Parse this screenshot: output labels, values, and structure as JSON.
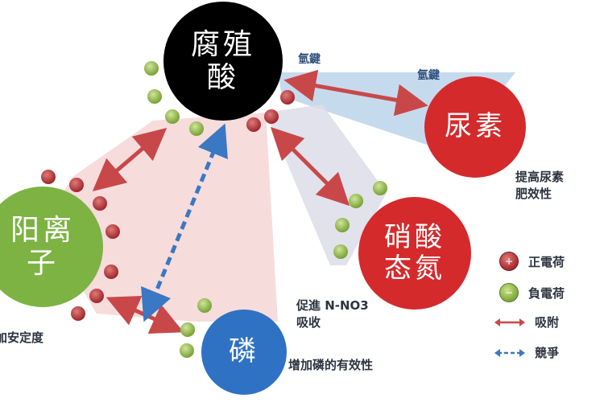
{
  "diagram": {
    "colors": {
      "humic_node": "#000000",
      "urea_node": "#d42a2c",
      "nitrate_node": "#d42a2c",
      "cation_node": "#7cb342",
      "phosphorus_node": "#2f72c4",
      "adsorption_arrow": "#c8484a",
      "competition_arrow": "#3a78c4",
      "cation_region": "#f6d6d6",
      "urea_region": "#bcd3ea",
      "nitrate_region": "#dcdde8"
    },
    "nodes": {
      "humic_acid": {
        "line1": "腐殖",
        "line2": "酸"
      },
      "urea": {
        "line1": "尿素"
      },
      "nitrate_nitrogen": {
        "line1": "硝酸",
        "line2": "态氮"
      },
      "cation": {
        "line1": "阳离",
        "line2": "子"
      },
      "phosphorus": {
        "line1": "磷"
      }
    },
    "edge_labels": {
      "hbond_1": "氫鍵",
      "hbond_2": "氫鍵"
    },
    "annotations": {
      "urea_effect_line1": "提高尿素",
      "urea_effect_line2": "肥效性",
      "nitrate_effect_line1": "促進 N-NO3",
      "nitrate_effect_line2": "吸收",
      "phosphorus_effect": "增加磷的有效性",
      "cation_effect": "加安定度"
    },
    "legend": {
      "positive_charge": {
        "icon": "plus-circle",
        "label": "正電荷"
      },
      "negative_charge": {
        "icon": "minus-circle",
        "label": "負電荷"
      },
      "adsorption": {
        "icon": "double-arrow-solid",
        "label": "吸附"
      },
      "competition": {
        "icon": "double-arrow-dashed",
        "label": "競爭"
      }
    },
    "charge_symbols": {
      "positive": "+",
      "negative": "−"
    }
  }
}
